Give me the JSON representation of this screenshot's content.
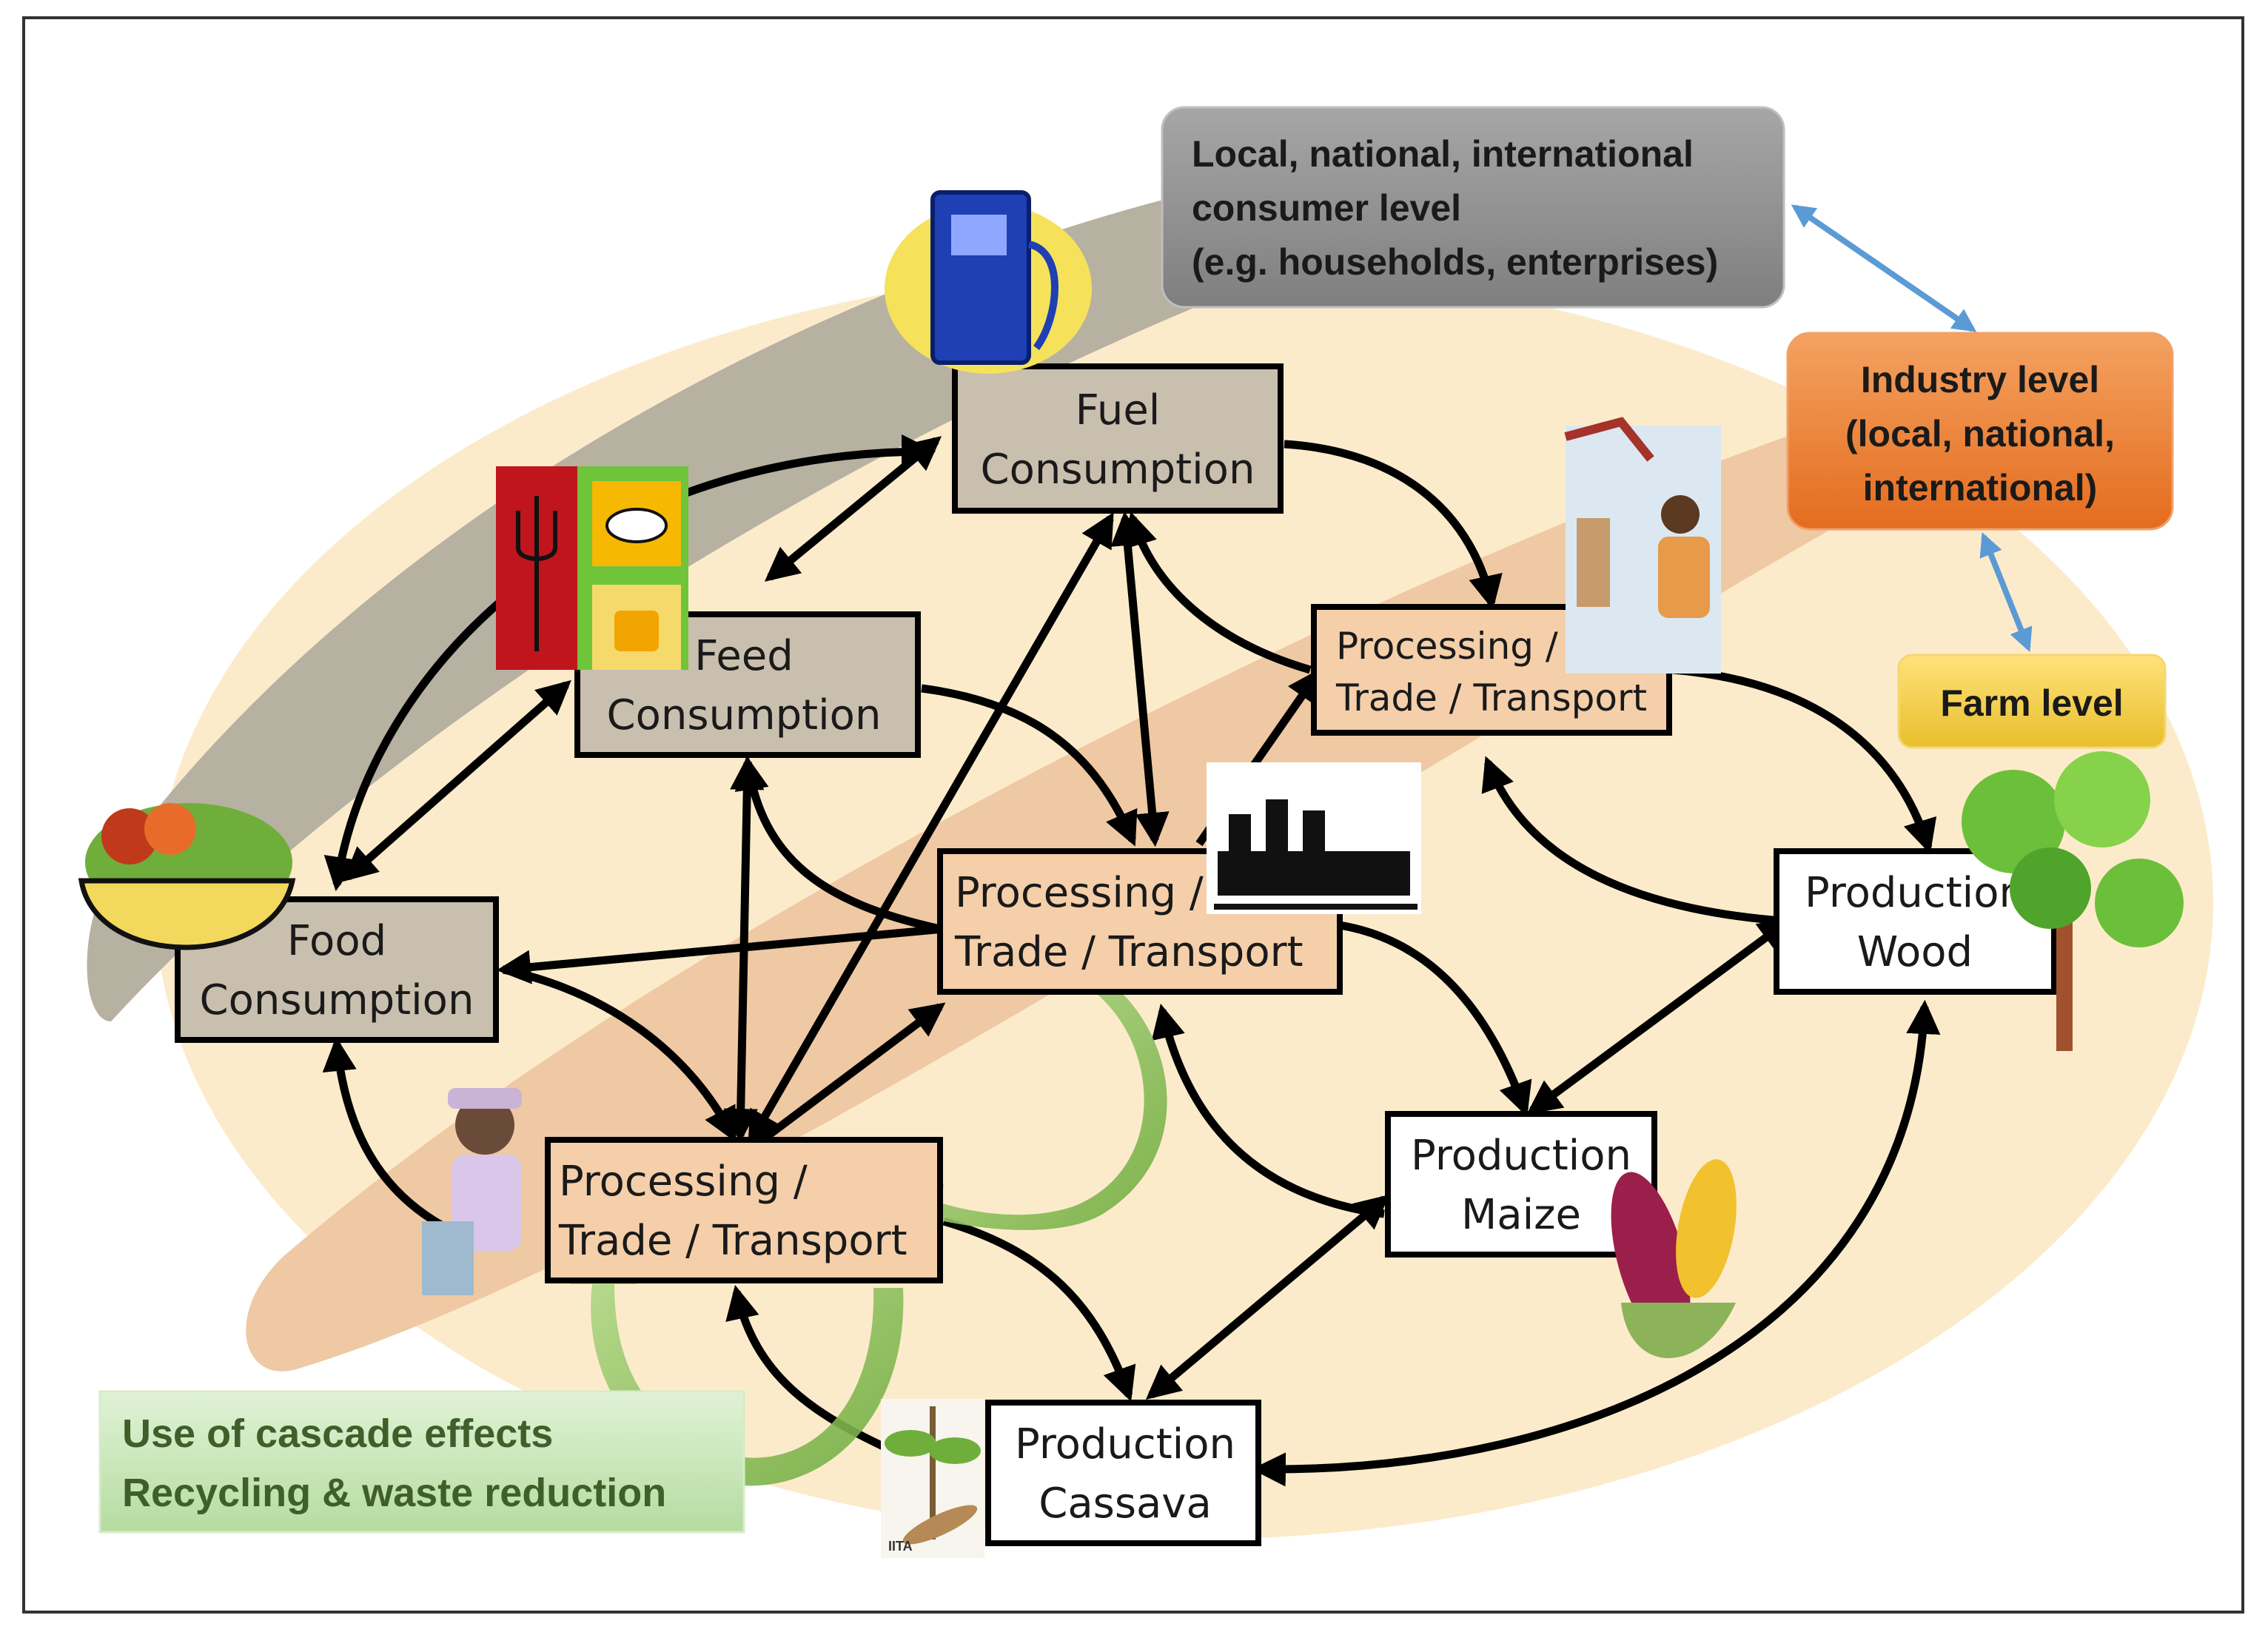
{
  "colors": {
    "consumption_box": "#c9bfae",
    "processing_box": "#f4cfa9",
    "production_box": "#ffffff",
    "consumer_level": "#9e9e9e",
    "industry_level": "#ed7d31",
    "farm_level": "#f2cf48",
    "cascade_box": "#c4e5b3",
    "outer_ellipse": "#fcebcb",
    "middle_band": "#efc9a3",
    "grey_band": "#b7b1a2",
    "level_arrow": "#5b9bd5",
    "green_arrow": "#8fc459"
  },
  "nodes": {
    "fuel": {
      "line1": "Fuel",
      "line2": "Consumption"
    },
    "feed": {
      "line1": "Feed",
      "line2": "Consumption"
    },
    "food": {
      "line1": "Food",
      "line2": "Consumption"
    },
    "proc_top": {
      "line1": "Processing /",
      "line2": "Trade / Transport"
    },
    "proc_mid": {
      "line1": "Processing /",
      "line2": "Trade / Transport"
    },
    "proc_low": {
      "line1": "Processing /",
      "line2": "Trade / Transport"
    },
    "wood": {
      "line1": "Production",
      "line2": "Wood"
    },
    "maize": {
      "line1": "Production",
      "line2": "Maize"
    },
    "cassava": {
      "line1": "Production",
      "line2": "Cassava"
    }
  },
  "levels": {
    "consumer": {
      "line1": "Local, national, international",
      "line2": "consumer level",
      "line3": "(e.g. households, enterprises)"
    },
    "industry": {
      "line1": "Industry level",
      "line2": "(local, national,",
      "line3": "international)"
    },
    "farm": {
      "line1": "Farm level"
    }
  },
  "cascade": {
    "line1": "Use of cascade effects",
    "line2": "Recycling & waste reduction"
  },
  "icons": [
    "fuel-pump-icon",
    "livestock-feed-icon",
    "fruit-basket-icon",
    "logging-worker-icon",
    "factory-icon",
    "cook-icon",
    "tree-icon",
    "maize-cob-icon"
  ],
  "cassava_logo": "IITA"
}
